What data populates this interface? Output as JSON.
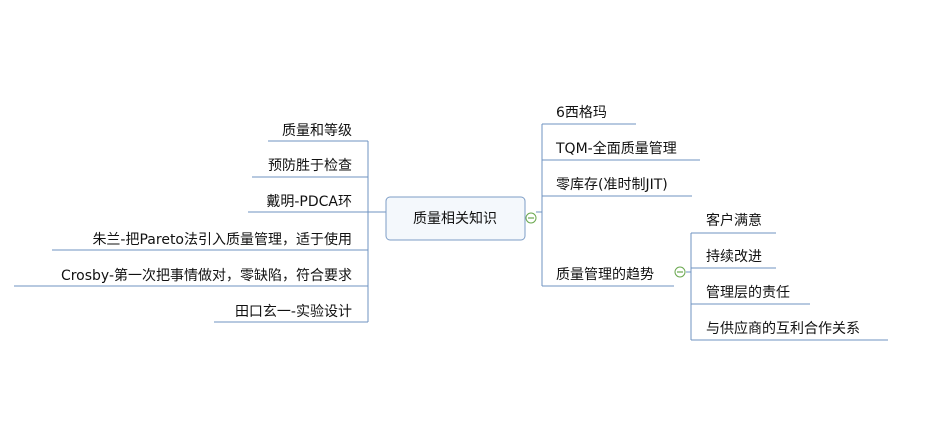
{
  "central_topic": "质量相关知识",
  "left_topics": [
    "质量和等级",
    "预防胜于检查",
    "戴明-PDCA环",
    "朱兰-把Pareto法引入质量管理，适于使用",
    "Crosby-第一次把事情做对，零缺陷，符合要求",
    "田口玄一-实验设计"
  ],
  "right_topics": [
    "6西格玛",
    "TQM-全面质量管理",
    "零库存(准时制JIT)",
    "质量管理的趋势"
  ],
  "trend_subtopics": [
    "客户满意",
    "持续改进",
    "管理层的责任",
    "与供应商的互利合作关系"
  ],
  "colors": {
    "line": "#6f93c2",
    "central_fill": "#f4f8fc",
    "central_border": "#7d9dc6",
    "collapse": "#6aa84f"
  }
}
